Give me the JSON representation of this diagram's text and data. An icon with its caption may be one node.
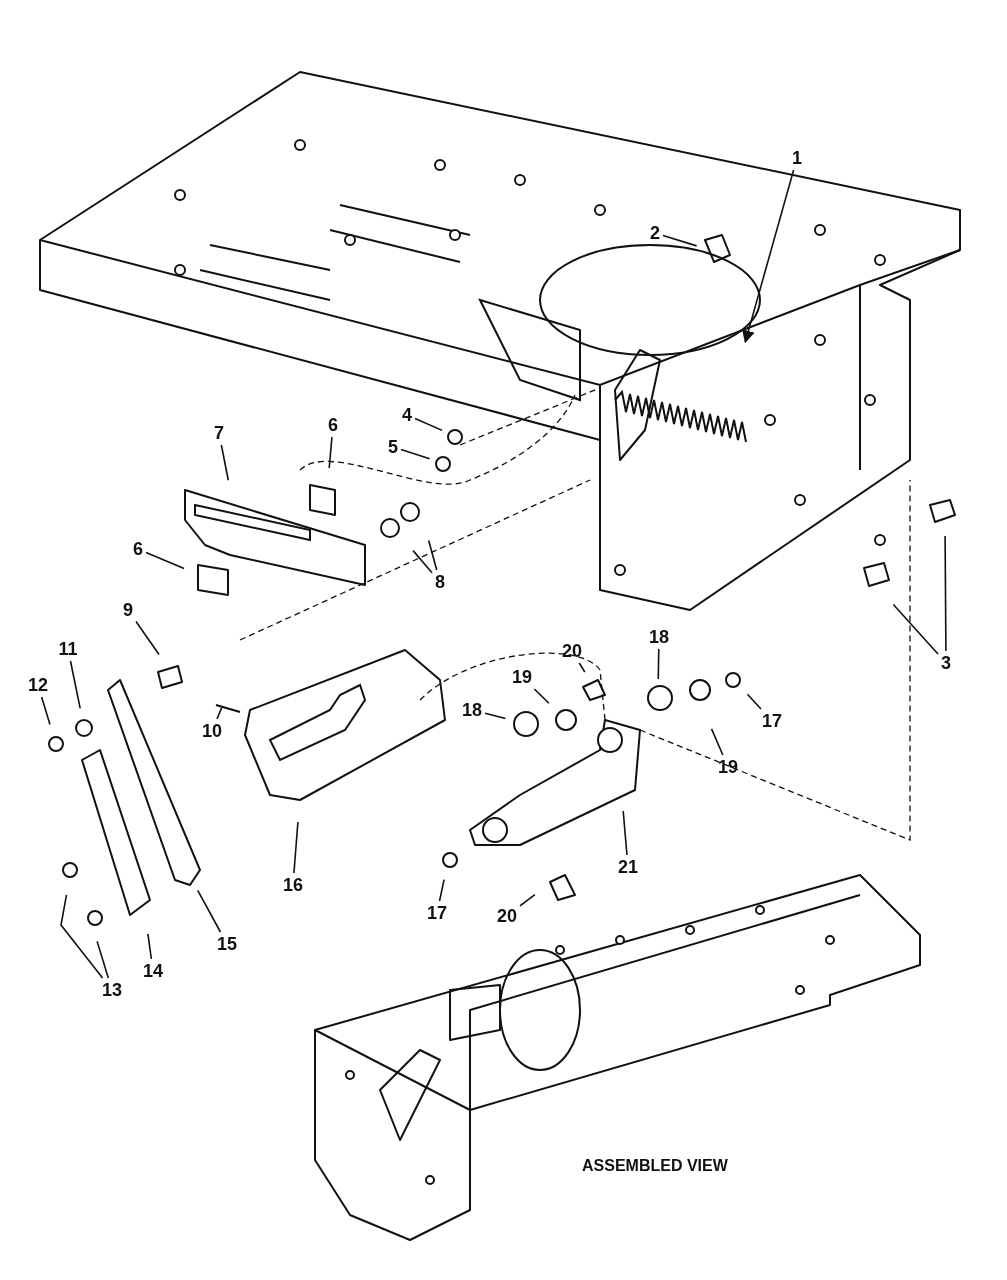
{
  "diagram": {
    "nodes": [
      {
        "text": [
          "1"
        ]
      },
      {
        "text": [
          "2"
        ]
      },
      {
        "text": [
          "4"
        ]
      },
      {
        "text": [
          "6"
        ]
      },
      {
        "text": [
          "7"
        ]
      },
      {
        "text": [
          "5"
        ]
      },
      {
        "text": [
          "6"
        ]
      },
      {
        "text": [
          "8"
        ]
      },
      {
        "text": [
          "20"
        ]
      },
      {
        "text": [
          "9"
        ]
      },
      {
        "text": [
          "18"
        ]
      },
      {
        "text": [
          "19"
        ]
      },
      {
        "text": [
          "11"
        ]
      },
      {
        "text": [
          "3"
        ]
      },
      {
        "text": [
          "12"
        ]
      },
      {
        "text": [
          "18"
        ]
      },
      {
        "text": [
          "17"
        ]
      },
      {
        "text": [
          "10"
        ]
      },
      {
        "text": [
          "19"
        ]
      },
      {
        "text": [
          "21"
        ]
      },
      {
        "text": [
          "16"
        ]
      },
      {
        "text": [
          "17"
        ]
      },
      {
        "text": [
          "20"
        ]
      },
      {
        "text": [
          "15"
        ]
      },
      {
        "text": [
          "14"
        ]
      },
      {
        "text": [
          "13"
        ]
      }
    ],
    "edges": [
      {
        "from": 0,
        "to": null,
        "arrow": "to"
      },
      {
        "from": 1,
        "to": null,
        "arrow": "none"
      },
      {
        "from": 2,
        "to": null,
        "arrow": "none"
      },
      {
        "from": 3,
        "to": null,
        "arrow": "none"
      },
      {
        "from": 4,
        "to": null,
        "arrow": "none"
      },
      {
        "from": 5,
        "to": null,
        "arrow": "none"
      },
      {
        "from": 6,
        "to": null,
        "arrow": "none"
      },
      {
        "from": 7,
        "to": null,
        "arrow": "none"
      },
      {
        "from": 7,
        "to": null,
        "arrow": "none"
      },
      {
        "from": 8,
        "to": null,
        "arrow": "none"
      },
      {
        "from": 9,
        "to": null,
        "arrow": "none"
      },
      {
        "from": 10,
        "to": null,
        "arrow": "none"
      },
      {
        "from": 11,
        "to": null,
        "arrow": "none"
      },
      {
        "from": 12,
        "to": null,
        "arrow": "none"
      },
      {
        "from": 13,
        "to": null,
        "arrow": "none"
      },
      {
        "from": 13,
        "to": null,
        "arrow": "none"
      },
      {
        "from": 14,
        "to": null,
        "arrow": "none"
      },
      {
        "from": 15,
        "to": null,
        "arrow": "none"
      },
      {
        "from": 16,
        "to": null,
        "arrow": "none"
      },
      {
        "from": 17,
        "to": null,
        "arrow": "none"
      },
      {
        "from": 18,
        "to": null,
        "arrow": "none"
      },
      {
        "from": 19,
        "to": null,
        "arrow": "none"
      },
      {
        "from": 20,
        "to": null,
        "arrow": "none"
      },
      {
        "from": 21,
        "to": null,
        "arrow": "none"
      },
      {
        "from": 22,
        "to": null,
        "arrow": "none"
      },
      {
        "from": 23,
        "to": null,
        "arrow": "none"
      },
      {
        "from": 24,
        "to": null,
        "arrow": "none"
      },
      {
        "from": 25,
        "to": null,
        "arrow": "none"
      },
      {
        "from": 25,
        "to": null,
        "arrow": "none"
      }
    ],
    "labels": [
      "ASSEMBLED VIEW"
    ]
  }
}
